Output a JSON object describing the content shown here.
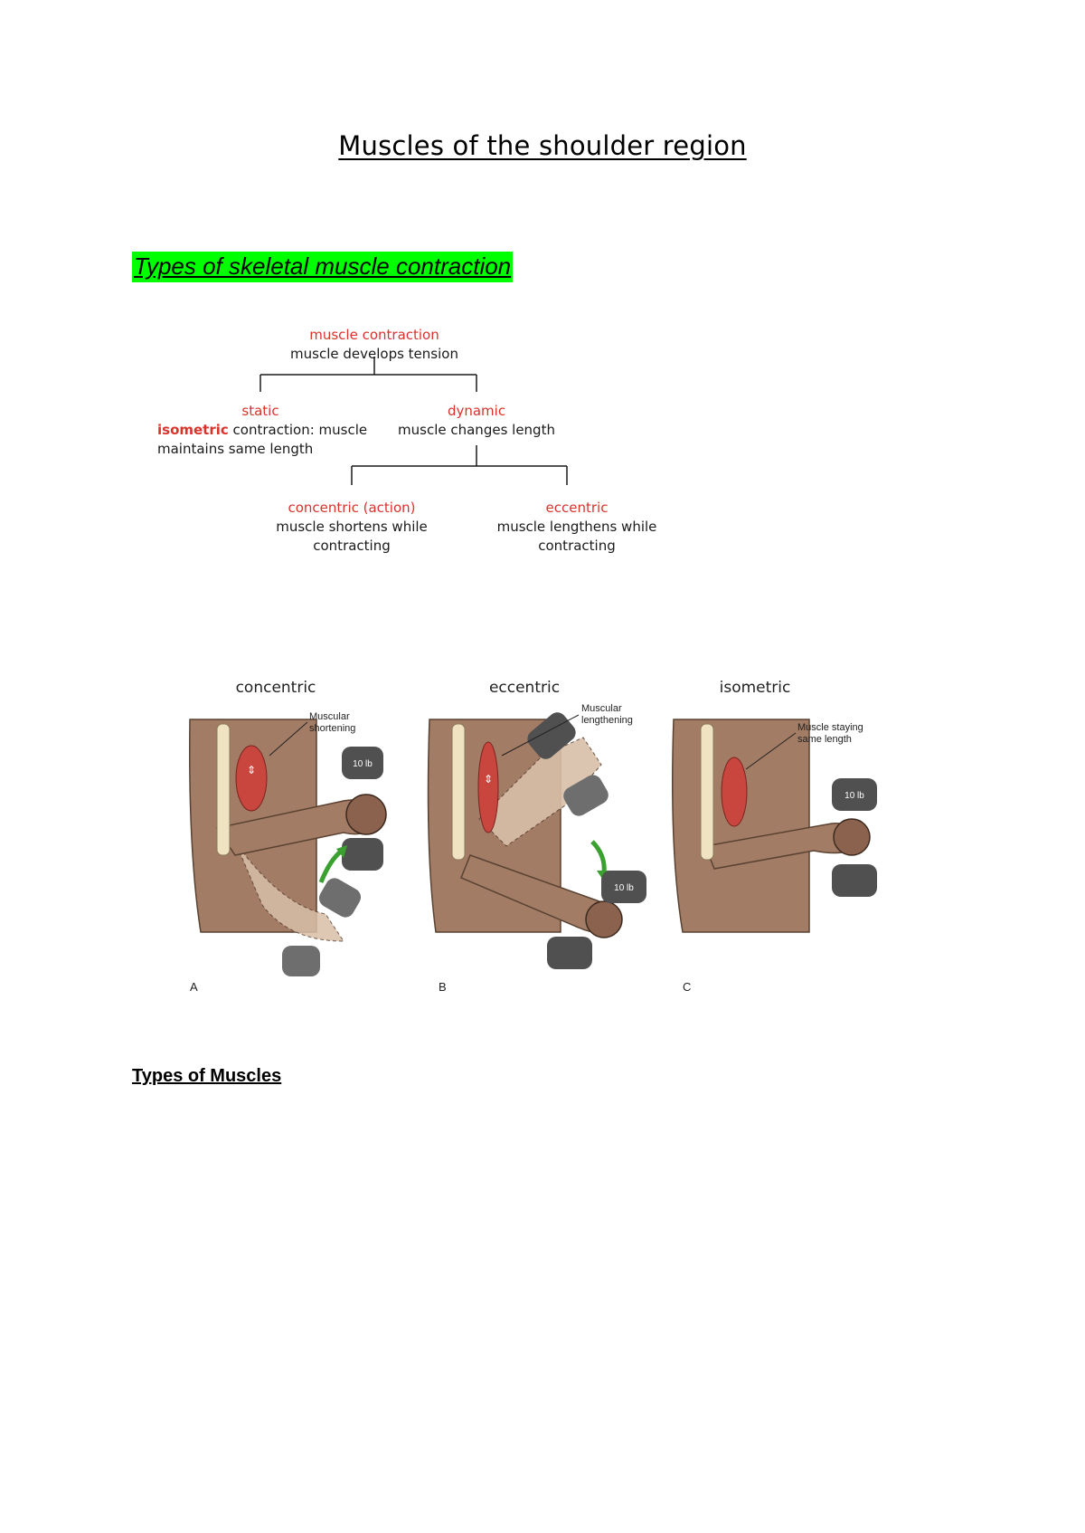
{
  "document": {
    "title": "Muscles of the shoulder region",
    "section1_heading": "Types of skeletal muscle contraction",
    "section2_heading": "Types of Muscles"
  },
  "tree": {
    "root": {
      "title": "muscle contraction",
      "desc": "muscle develops tension"
    },
    "static": {
      "title": "static",
      "desc_highlight": "isometric",
      "desc_line1_rest": " contraction: muscle",
      "desc_line2": "maintains same length"
    },
    "dynamic": {
      "title": "dynamic",
      "desc": "muscle changes length"
    },
    "concentric": {
      "title": "concentric (action)",
      "desc_line1": "muscle shortens while",
      "desc_line2": "contracting"
    },
    "eccentric": {
      "title": "eccentric",
      "desc_line1": "muscle  lengthens while",
      "desc_line2": "contracting"
    }
  },
  "figure": {
    "panels": [
      {
        "heading": "concentric",
        "callout_line1": "Muscular",
        "callout_line2": "shortening",
        "weight": "10 lb",
        "letter": "A"
      },
      {
        "heading": "eccentric",
        "callout_line1": "Muscular",
        "callout_line2": "lengthening",
        "weight": "10 lb",
        "letter": "B"
      },
      {
        "heading": "isometric",
        "callout_line1": "Muscle staying",
        "callout_line2": "same length",
        "weight": "10 lb",
        "letter": "C"
      }
    ]
  },
  "colors": {
    "highlight_green": "#00ff00",
    "diagram_red": "#d9332b",
    "skin": "#a37c65",
    "skin_light": "#d9bfa8",
    "bone": "#f0e3c2",
    "muscle": "#c9463f",
    "weight": "#505050"
  }
}
